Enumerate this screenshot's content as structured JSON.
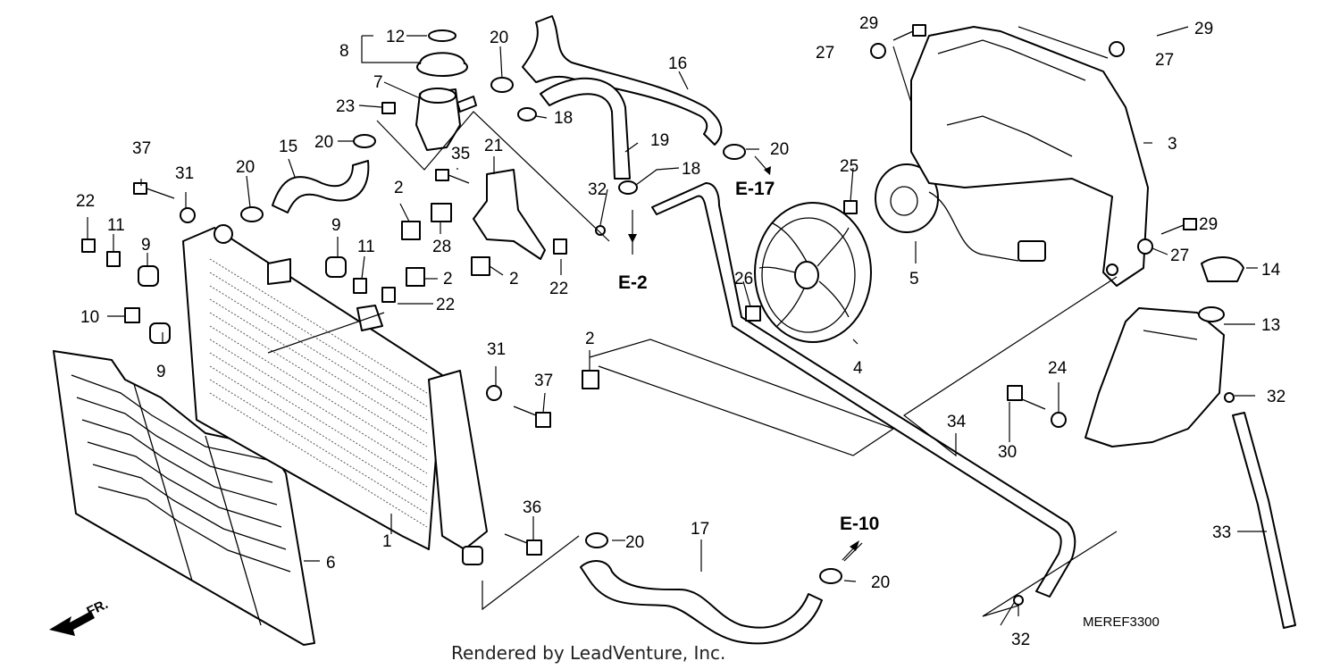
{
  "callouts": {
    "p1": "1",
    "p2a": "2",
    "p2b": "2",
    "p2c": "2",
    "p2d": "2",
    "p3": "3",
    "p4": "4",
    "p5": "5",
    "p6": "6",
    "p7": "7",
    "p8": "8",
    "p9a": "9",
    "p9b": "9",
    "p9c": "9",
    "p10": "10",
    "p11a": "11",
    "p11b": "11",
    "p12": "12",
    "p13": "13",
    "p14": "14",
    "p15": "15",
    "p16": "16",
    "p17": "17",
    "p18a": "18",
    "p18b": "18",
    "p19": "19",
    "p20a": "20",
    "p20b": "20",
    "p20c": "20",
    "p20d": "20",
    "p20e": "20",
    "p20f": "20",
    "p21": "21",
    "p22a": "22",
    "p22b": "22",
    "p22c": "22",
    "p23": "23",
    "p24": "24",
    "p25": "25",
    "p26": "26",
    "p27a": "27",
    "p27b": "27",
    "p27c": "27",
    "p28": "28",
    "p29a": "29",
    "p29b": "29",
    "p29c": "29",
    "p30": "30",
    "p31a": "31",
    "p31b": "31",
    "p32a": "32",
    "p32b": "32",
    "p32c": "32",
    "p33": "33",
    "p34": "34",
    "p35": "35",
    "p36": "36",
    "p37a": "37",
    "p37b": "37"
  },
  "references": {
    "e17": "E-17",
    "e2": "E-2",
    "e10": "E-10"
  },
  "diagram_code": "MEREF3300",
  "front_marker": "FR.",
  "footer": "Rendered by LeadVenture, Inc.",
  "colors": {
    "line": "#000000",
    "background": "#ffffff"
  }
}
